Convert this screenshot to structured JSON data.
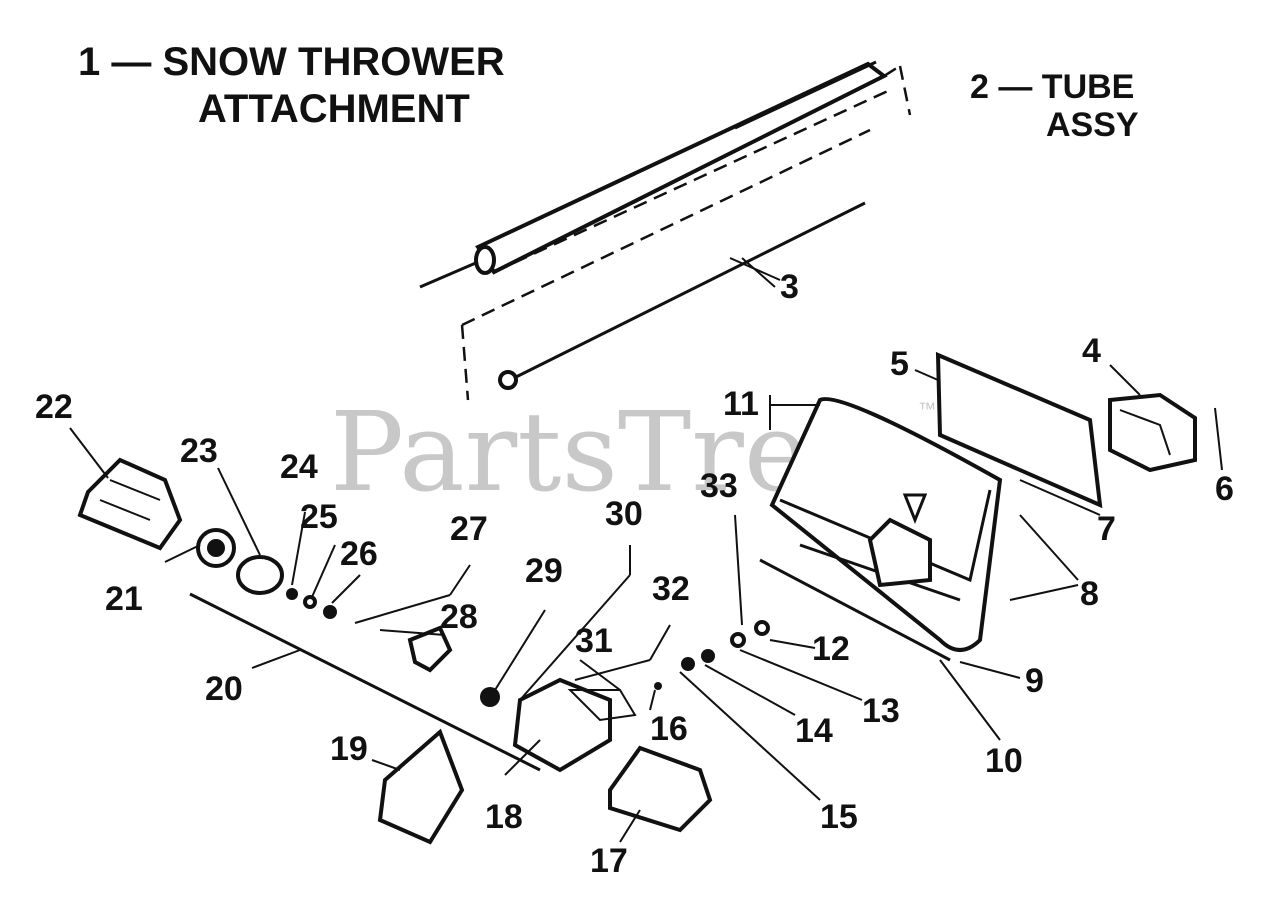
{
  "titles": {
    "main": "1 — SNOW THROWER",
    "main_line2": "ATTACHMENT",
    "tube": "2 — TUBE",
    "tube_line2": "ASSY"
  },
  "watermark": {
    "text": "PartsTree",
    "tm": "™"
  },
  "callouts": {
    "c3": "3",
    "c4": "4",
    "c5": "5",
    "c6": "6",
    "c7": "7",
    "c8": "8",
    "c9": "9",
    "c10": "10",
    "c11": "11",
    "c12": "12",
    "c13": "13",
    "c14": "14",
    "c15": "15",
    "c16": "16",
    "c17": "17",
    "c18": "18",
    "c19": "19",
    "c20": "20",
    "c21": "21",
    "c22": "22",
    "c23": "23",
    "c24": "24",
    "c25": "25",
    "c26": "26",
    "c27": "27",
    "c28": "28",
    "c29": "29",
    "c30": "30",
    "c31": "31",
    "c32": "32",
    "c33": "33"
  }
}
